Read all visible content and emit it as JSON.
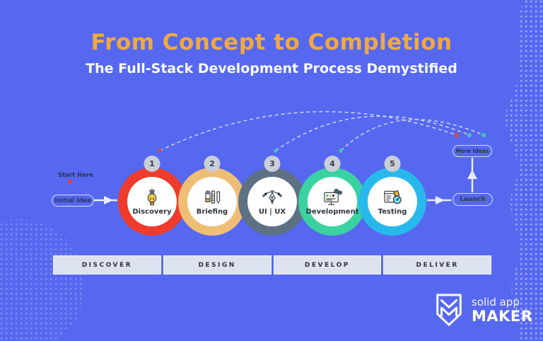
{
  "header": {
    "title": "From Concept to Completion",
    "subtitle": "The Full-Stack Development Process Demystified"
  },
  "flow": {
    "start_label": "Start Here",
    "start_node": "Initial Idea",
    "end_node": "Launch",
    "loop_node": "More Ideas",
    "steps": [
      {
        "number": "1",
        "label": "Discovery",
        "color": "#EE3B2B",
        "icon": "lightbulb-gear-icon"
      },
      {
        "number": "2",
        "label": "Briefing",
        "color": "#EFBE76",
        "icon": "notebook-ruler-pencil-icon"
      },
      {
        "number": "3",
        "label": "UI | UX",
        "color": "#5E7183",
        "icon": "pen-tool-bezier-icon"
      },
      {
        "number": "4",
        "label": "Development",
        "color": "#3BD2A2",
        "icon": "monitor-gears-icon"
      },
      {
        "number": "5",
        "label": "Testing",
        "color": "#28B9EC",
        "icon": "checklist-gauge-icon"
      }
    ]
  },
  "phases": [
    {
      "label": "DISCOVER"
    },
    {
      "label": "DESIGN"
    },
    {
      "label": "DEVELOP"
    },
    {
      "label": "DELIVER"
    }
  ],
  "logo": {
    "line1": "solid app",
    "line2": "MAKER"
  },
  "colors": {
    "background": "#5668F0",
    "title_accent": "#F2A93C",
    "subtitle": "#FAFBFF",
    "connector": "#E8ECFA",
    "badge_bg": "#C9CED8",
    "phase_box_bg": "#DCE2EF",
    "loop_dot_colors": [
      "#E8402E",
      "#49C6B8",
      "#2ED1A0"
    ]
  }
}
